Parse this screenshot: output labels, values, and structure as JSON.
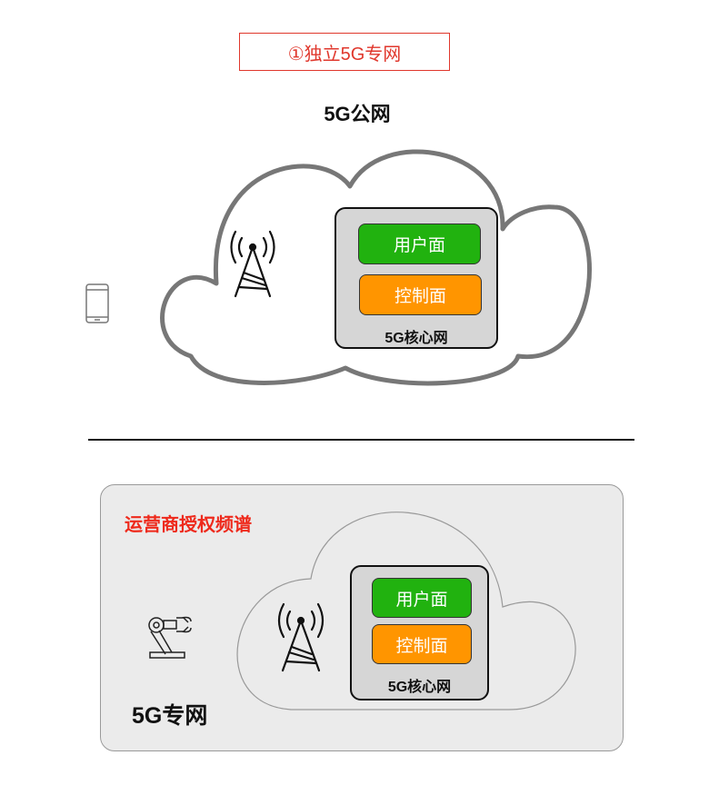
{
  "title": "①独立5G专网",
  "public_network": {
    "title": "5G公网",
    "core": {
      "user_plane": "用户面",
      "control_plane": "控制面",
      "label": "5G核心网"
    }
  },
  "private_network": {
    "spectrum_label": "运营商授权频谱",
    "title": "5G专网",
    "core": {
      "user_plane": "用户面",
      "control_plane": "控制面",
      "label": "5G核心网"
    }
  },
  "colors": {
    "accent_red": "#e0372c",
    "user_plane": "#21b20f",
    "control_plane": "#ff9500",
    "core_bg": "#d6d6d6"
  }
}
